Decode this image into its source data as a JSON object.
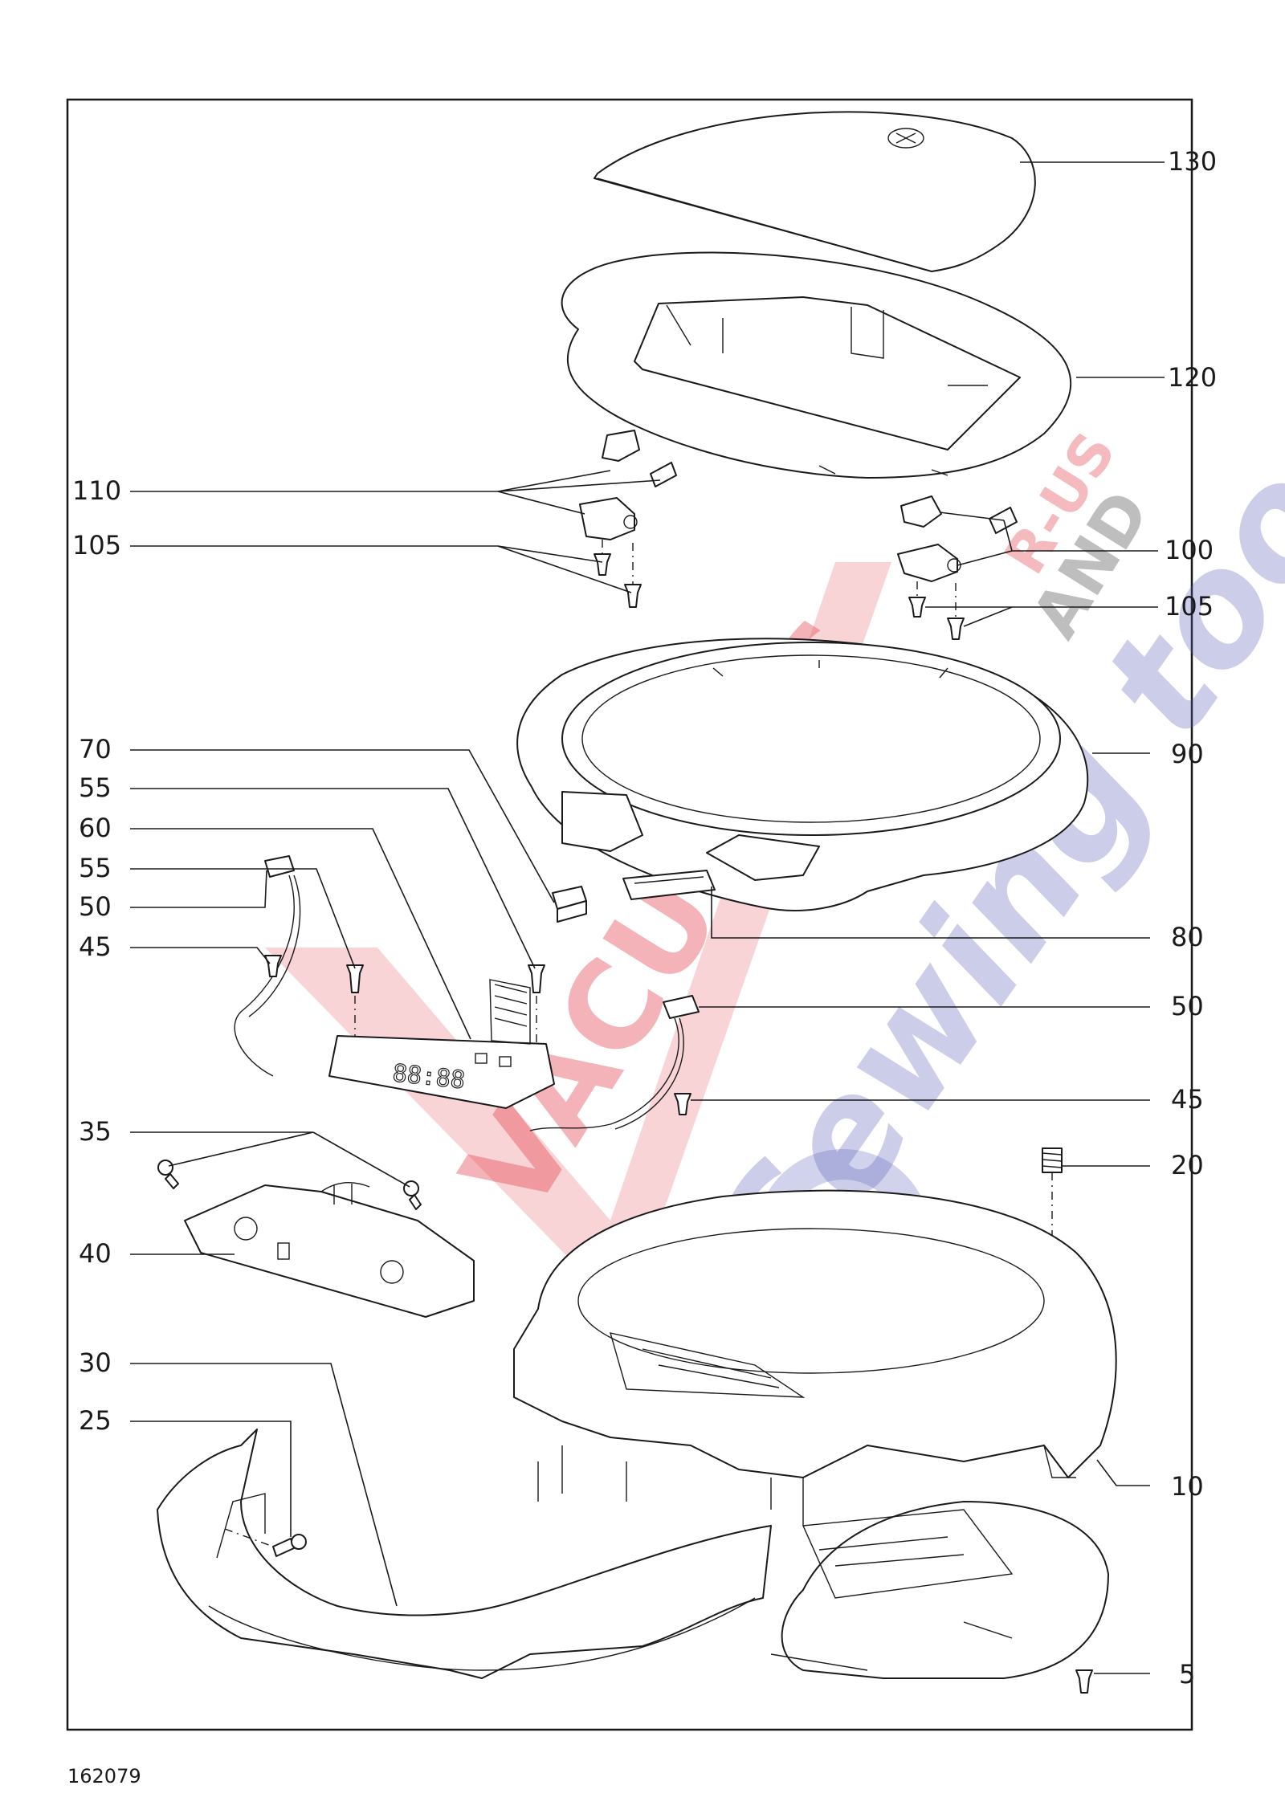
{
  "drawing_number": "162079",
  "watermark": {
    "line1": "VACUUMS",
    "line2": "AND",
    "line3": "Sewing too",
    "badge": "R-US",
    "red": "#e23b46",
    "blue": "#5a5fb8",
    "grey": "#8a8a8a"
  },
  "callouts": {
    "c130": "130",
    "c120": "120",
    "c110": "110",
    "c105_left": "105",
    "c100": "100",
    "c105_right": "105",
    "c90": "90",
    "c70": "70",
    "c55_a": "55",
    "c60": "60",
    "c55_b": "55",
    "c50_left": "50",
    "c45_left": "45",
    "c80": "80",
    "c50_right": "50",
    "c45_right": "45",
    "c35": "35",
    "c20": "20",
    "c40": "40",
    "c30": "30",
    "c25": "25",
    "c10": "10",
    "c5": "5"
  },
  "display_digits": "88:88"
}
